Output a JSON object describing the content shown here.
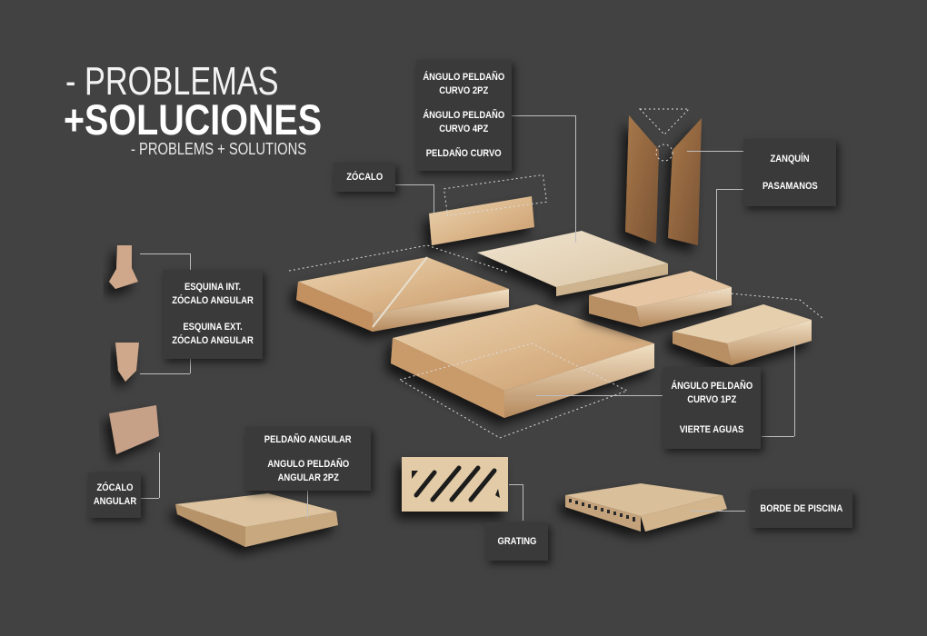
{
  "title": {
    "line1": "- PROBLEMAS",
    "line2": "+SOLUCIONES",
    "subtitle": "- PROBLEMS   + SOLUTIONS"
  },
  "colors": {
    "background": "#424242",
    "label_box": "#3a3a3a",
    "label_text": "#ffffff",
    "connector": "#bdbdbd",
    "tile_light": "#e7d3b4",
    "tile_mid": "#d8b48a",
    "tile_dark": "#b98a5c",
    "tile_brown": "#8f643f"
  },
  "labels": {
    "angulo_curvo_box": {
      "items": [
        "ÁNGULO PELDAÑO CURVO 2PZ",
        "ÁNGULO PELDAÑO CURVO 4PZ",
        "PELDAÑO CURVO"
      ],
      "lines": [
        [
          "ÁNGULO PELDAÑO",
          "CURVO 2PZ"
        ],
        [
          "ÁNGULO PELDAÑO",
          "CURVO 4PZ"
        ],
        [
          "PELDAÑO CURVO"
        ]
      ]
    },
    "zocalo": "ZÓCALO",
    "zanquin_box": {
      "items": [
        "ZANQUÍN",
        "PASAMANOS"
      ]
    },
    "esquina_box": {
      "lines": [
        [
          "ESQUINA INT.",
          "ZÓCALO ANGULAR"
        ],
        [
          "ESQUINA EXT.",
          "ZÓCALO ANGULAR"
        ]
      ]
    },
    "vierte_box": {
      "lines": [
        [
          "ÁNGULO PELDAÑO",
          "CURVO 1PZ"
        ],
        [
          "VIERTE AGUAS"
        ]
      ]
    },
    "zocalo_angular": {
      "lines": [
        "ZÓCALO",
        "ANGULAR"
      ]
    },
    "peldano_angular_box": {
      "lines": [
        [
          "PELDAÑO ANGULAR"
        ],
        [
          "ANGULO PELDAÑO",
          "ANGULAR 2PZ"
        ]
      ]
    },
    "grating": "GRATING",
    "borde_piscina": "BORDE DE PISCINA"
  }
}
